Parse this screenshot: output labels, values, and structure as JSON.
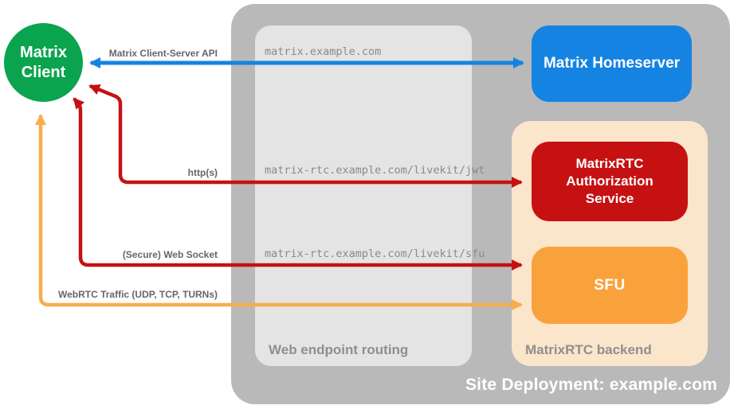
{
  "containers": {
    "site": {
      "label": "Site Deployment: example.com",
      "bg": "#b9b9b9"
    },
    "routing": {
      "label": "Web endpoint routing",
      "bg": "#e4e4e4"
    },
    "backend": {
      "label": "MatrixRTC backend",
      "bg": "#fbe5cb"
    }
  },
  "nodes": {
    "client": {
      "label": "Matrix Client",
      "bg": "#0aa44f",
      "shape": "circle"
    },
    "homeserver": {
      "label": "Matrix Homeserver",
      "bg": "#1583e2",
      "shape": "rounded-rect"
    },
    "auth": {
      "label": "MatrixRTC Authorization Service",
      "bg": "#c61113",
      "shape": "rounded-rect"
    },
    "sfu": {
      "label": "SFU",
      "bg": "#f9a23c",
      "shape": "rounded-rect"
    }
  },
  "connections": [
    {
      "protocol": "Matrix Client-Server API",
      "endpoint": "matrix.example.com",
      "from": "Matrix Client",
      "to": "Matrix Homeserver",
      "color": "#1583e2",
      "bidirectional": true
    },
    {
      "protocol": "http(s)",
      "endpoint": "matrix-rtc.example.com/livekit/jwt",
      "from": "Matrix Client",
      "to": "MatrixRTC Authorization Service",
      "color": "#c61113",
      "bidirectional": true
    },
    {
      "protocol": "(Secure) Web Socket",
      "endpoint": "matrix-rtc.example.com/livekit/sfu",
      "from": "Matrix Client",
      "to": "SFU",
      "color": "#c61113",
      "bidirectional": true
    },
    {
      "protocol": "WebRTC Traffic (UDP, TCP, TURNs)",
      "endpoint": "",
      "from": "Matrix Client",
      "to": "SFU",
      "color": "#f8ac4e",
      "bidirectional": true
    }
  ]
}
